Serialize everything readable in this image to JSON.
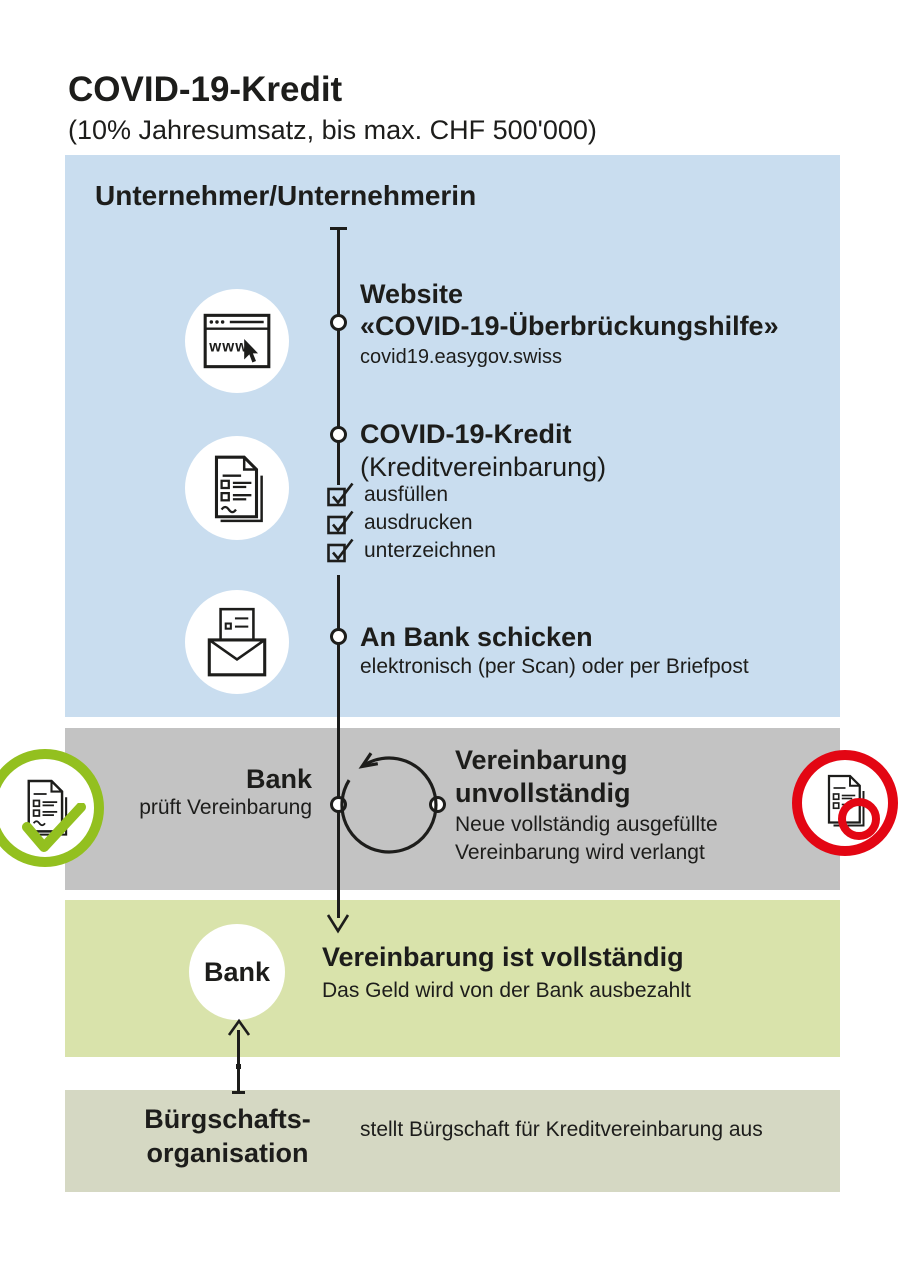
{
  "header": {
    "title": "COVID-19-Kredit",
    "subtitle": "(10% Jahresumsatz, bis max. CHF 500'000)"
  },
  "flow": {
    "actor": "Unternehmer/Unternehmerin",
    "steps": {
      "website": {
        "title_line1": "Website",
        "title_line2": "«COVID-19-Überbrückungshilfe»",
        "url": "covid19.easygov.swiss"
      },
      "kredit": {
        "title": "COVID-19-Kredit",
        "subtitle": "(Kreditvereinbarung)",
        "checklist": [
          "ausfüllen",
          "ausdrucken",
          "unterzeichnen"
        ]
      },
      "send": {
        "title": "An Bank schicken",
        "subtitle": "elektronisch (per Scan) oder per Briefpost"
      }
    }
  },
  "review": {
    "actor": "Bank",
    "actor_sub": "prüft Vereinbarung",
    "outcome_title_line1": "Vereinbarung",
    "outcome_title_line2": "unvollständig",
    "outcome_sub_line1": "Neue vollständig ausgefüllte",
    "outcome_sub_line2": "Vereinbarung wird verlangt"
  },
  "approved": {
    "actor": "Bank",
    "title": "Vereinbarung ist vollständig",
    "subtitle": "Das Geld wird von der Bank ausbezahlt"
  },
  "guarantee": {
    "actor_line1": "Bürgschafts-",
    "actor_line2": "organisation",
    "description": "stellt Bürgschaft für Kreditvereinbarung aus"
  },
  "icons": {
    "website": "browser-www-icon",
    "kredit": "form-document-icon",
    "send": "envelope-letter-icon",
    "approved_badge": "document-approved-check-icon",
    "rejected_badge": "document-rejected-ring-icon",
    "loop": "repeat-loop-arrow-icon",
    "checkbox": "checked-checkbox-icon"
  },
  "colors": {
    "step_box_blue": "#c9ddef",
    "review_band_gray": "#c3c3c3",
    "approved_box_green": "#d9e3ab",
    "guarantee_box_beige": "#d5d8c3",
    "approved_ring_green": "#93c01f",
    "rejected_ring_red": "#e30613",
    "text": "#1d1d1b"
  }
}
